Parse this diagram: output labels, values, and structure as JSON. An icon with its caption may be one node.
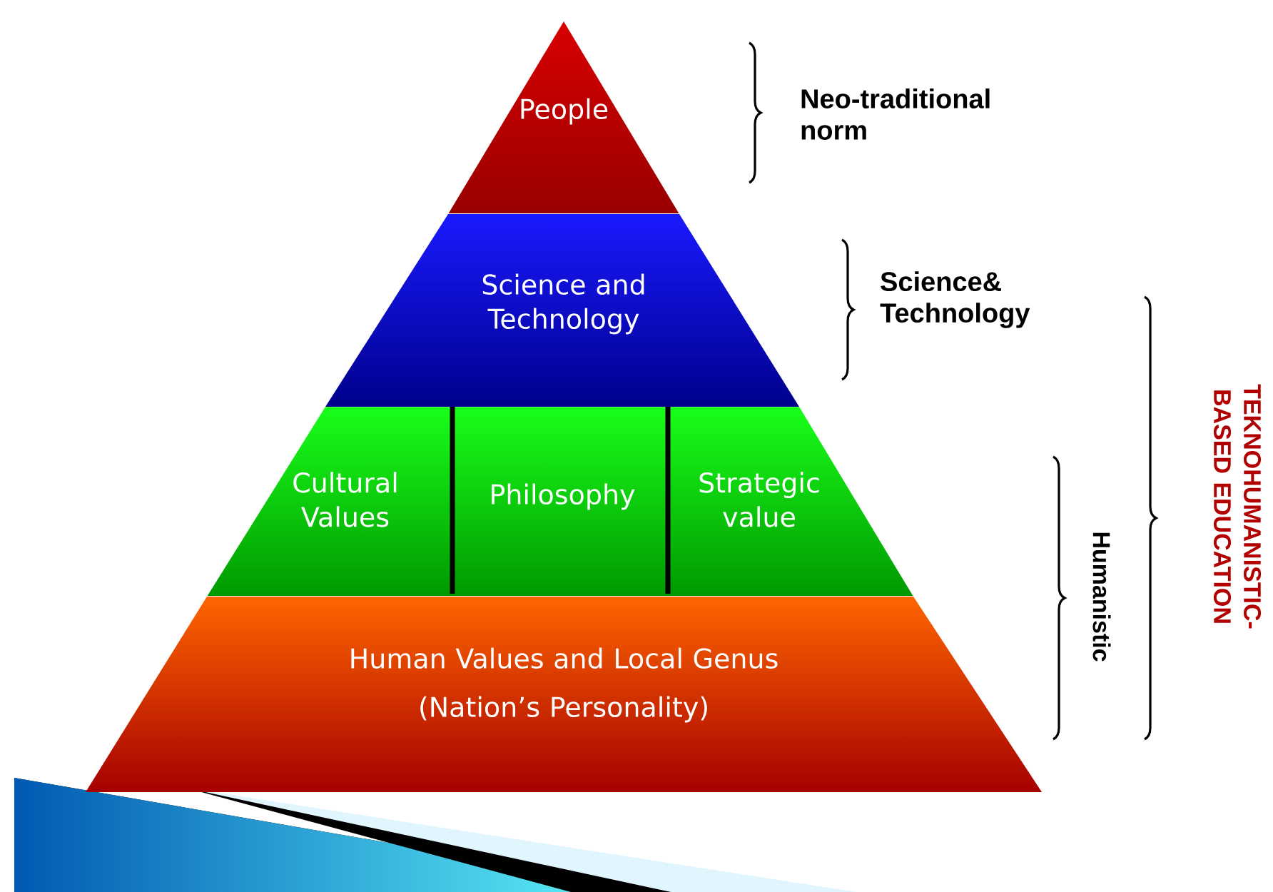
{
  "diagram": {
    "nodes": [
      {
        "text": [
          "People"
        ]
      },
      {
        "text": [
          "Science and Technology"
        ]
      },
      {
        "text": [
          "Cultural Values"
        ]
      },
      {
        "text": [
          "Philosophy"
        ]
      },
      {
        "text": [
          "Strategic value"
        ]
      },
      {
        "text": [
          "Human Values and Local Genus",
          "(Nation’s Personality)"
        ]
      }
    ],
    "labels": [
      "Neo-traditional norm",
      "Science& Technology",
      "Humanistic",
      "TEKNOHUMANISTIC-BASED EDUCATION"
    ]
  }
}
